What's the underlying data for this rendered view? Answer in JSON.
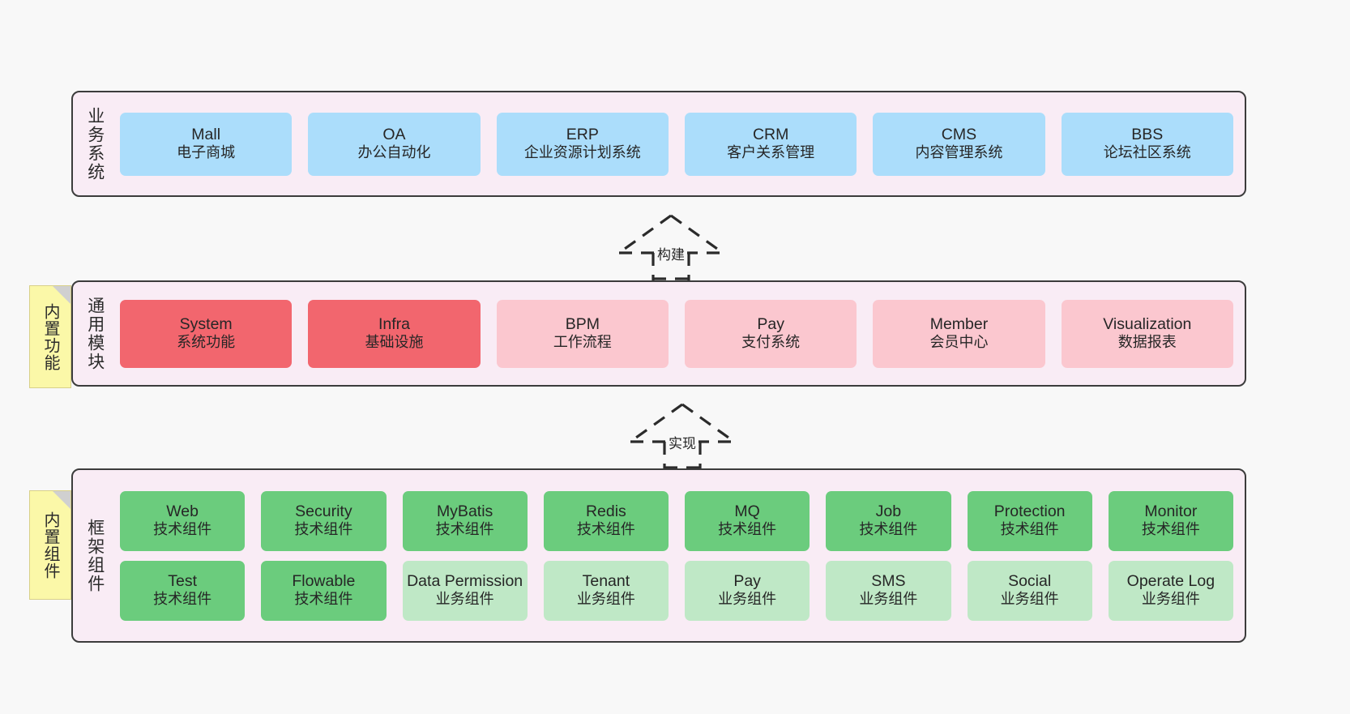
{
  "colors": {
    "canvas_bg": "#f8f8f8",
    "layer_bg": "#f9ecf5",
    "layer_border": "#3c3c3c",
    "business_card": "#abddfb",
    "module_core": "#f2666e",
    "module_plain": "#fbc7cf",
    "framework_tech": "#6bcc7d",
    "framework_biz": "#bfe8c6",
    "note_bg": "#fbf8a8",
    "note_fold": "#d0d0d0",
    "arrow_stroke": "#2b2b2b"
  },
  "layers": {
    "business": {
      "title": "业务系统",
      "cards": [
        {
          "name": "Mall",
          "desc": "电子商城"
        },
        {
          "name": "OA",
          "desc": "办公自动化"
        },
        {
          "name": "ERP",
          "desc": "企业资源计划系统"
        },
        {
          "name": "CRM",
          "desc": "客户关系管理"
        },
        {
          "name": "CMS",
          "desc": "内容管理系统"
        },
        {
          "name": "BBS",
          "desc": "论坛社区系统"
        }
      ]
    },
    "modules": {
      "title": "通用模块",
      "note": "内置功能",
      "cards": [
        {
          "name": "System",
          "desc": "系统功能",
          "kind": "core"
        },
        {
          "name": "Infra",
          "desc": "基础设施",
          "kind": "core"
        },
        {
          "name": "BPM",
          "desc": "工作流程",
          "kind": "plain"
        },
        {
          "name": "Pay",
          "desc": "支付系统",
          "kind": "plain"
        },
        {
          "name": "Member",
          "desc": "会员中心",
          "kind": "plain"
        },
        {
          "name": "Visualization",
          "desc": "数据报表",
          "kind": "plain"
        }
      ]
    },
    "framework": {
      "title": "框架组件",
      "note": "内置组件",
      "row1": [
        {
          "name": "Web",
          "desc": "技术组件"
        },
        {
          "name": "Security",
          "desc": "技术组件"
        },
        {
          "name": "MyBatis",
          "desc": "技术组件"
        },
        {
          "name": "Redis",
          "desc": "技术组件"
        },
        {
          "name": "MQ",
          "desc": "技术组件"
        },
        {
          "name": "Job",
          "desc": "技术组件"
        },
        {
          "name": "Protection",
          "desc": "技术组件"
        },
        {
          "name": "Monitor",
          "desc": "技术组件"
        }
      ],
      "row2": [
        {
          "name": "Test",
          "desc": "技术组件",
          "kind": "tech"
        },
        {
          "name": "Flowable",
          "desc": "技术组件",
          "kind": "tech"
        },
        {
          "name": "Data Permission",
          "desc": "业务组件",
          "kind": "biz"
        },
        {
          "name": "Tenant",
          "desc": "业务组件",
          "kind": "biz"
        },
        {
          "name": "Pay",
          "desc": "业务组件",
          "kind": "biz"
        },
        {
          "name": "SMS",
          "desc": "业务组件",
          "kind": "biz"
        },
        {
          "name": "Social",
          "desc": "业务组件",
          "kind": "biz"
        },
        {
          "name": "Operate Log",
          "desc": "业务组件",
          "kind": "biz"
        }
      ]
    }
  },
  "connectors": [
    {
      "label": "构建"
    },
    {
      "label": "实现"
    }
  ]
}
